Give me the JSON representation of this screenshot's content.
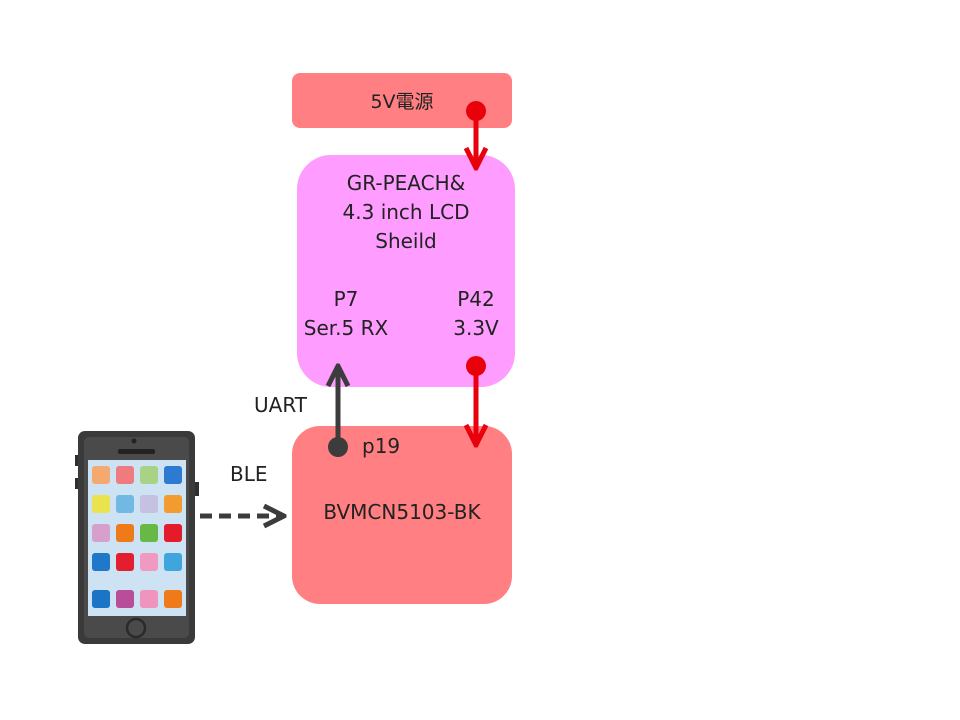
{
  "power": {
    "label": "5V電源"
  },
  "peach": {
    "title_lines": [
      "GR-PEACH&",
      "4.3 inch LCD",
      "Sheild"
    ],
    "pin_left": {
      "name": "P7",
      "func": "Ser.5 RX"
    },
    "pin_right": {
      "name": "P42",
      "func": "3.3V"
    }
  },
  "module": {
    "label": "BVMCN5103-BK",
    "pin": "p19"
  },
  "links": {
    "uart": "UART",
    "ble": "BLE"
  },
  "colors": {
    "power_fill": "#ff7f82",
    "board_fill": "#ff9cff",
    "power_wire": "#e8000b",
    "signal_wire": "#3c3c3c"
  },
  "smartphone": {
    "icon": "smartphone-icon"
  }
}
